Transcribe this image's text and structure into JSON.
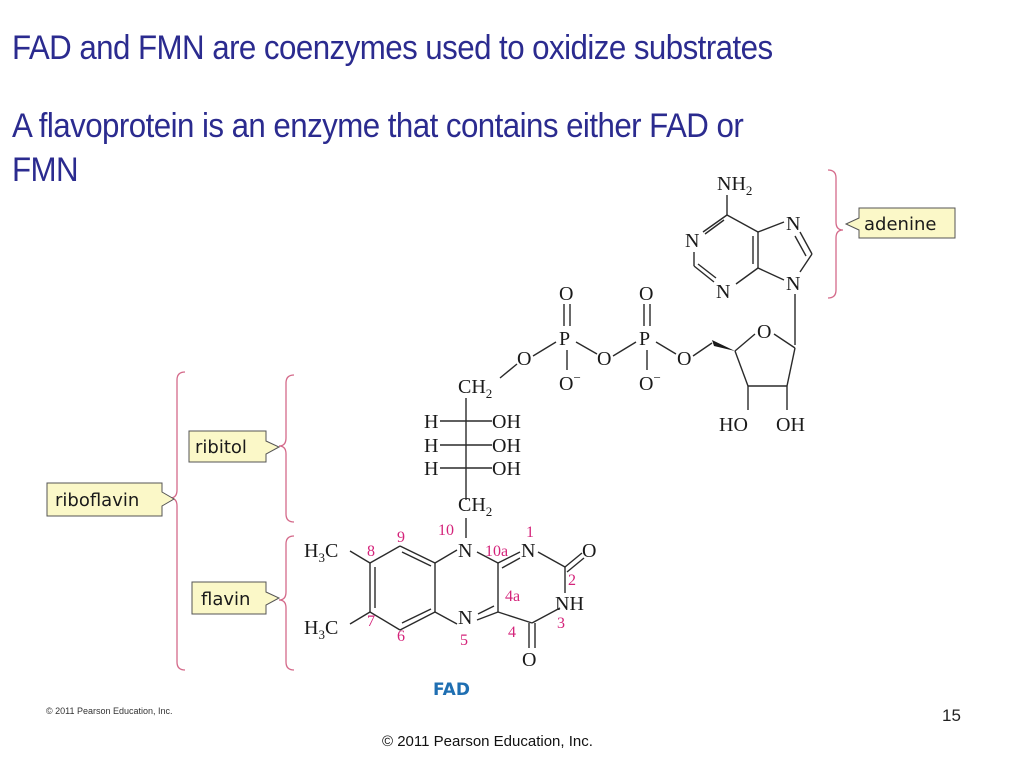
{
  "slide": {
    "bullets": [
      "FAD and FMN are coenzymes used to oxidize substrates",
      "A flavoprotein is an enzyme that contains either FAD or",
      "FMN"
    ],
    "page_number": "15",
    "footer_copyright": "© 2011 Pearson Education, Inc.",
    "figure_copyright": "© 2011 Pearson Education, Inc.",
    "text_color": "#2b2b8f"
  },
  "figure": {
    "title": "FAD",
    "title_color": "#1f6fb2",
    "callouts": {
      "adenine": "adenine",
      "ribitol": "ribitol",
      "riboflavin": "riboflavin",
      "flavin": "flavin"
    },
    "callout_fill": "#fbf8c8",
    "brace_color": "#d46a8a",
    "atom_number_color": "#d4237a",
    "atoms": {
      "nh2": "NH",
      "two": "2",
      "three": "3",
      "n": "N",
      "o": "O",
      "p": "P",
      "o_minus": "O",
      "minus": "−",
      "ch": "CH",
      "h": "H",
      "oh": "OH",
      "ho": "HO",
      "nh": "NH",
      "h3c": "H",
      "c": "C"
    },
    "ring_numbers": {
      "n1": "1",
      "n2": "2",
      "n3": "3",
      "n4": "4",
      "n4a": "4a",
      "n5": "5",
      "n6": "6",
      "n7": "7",
      "n8": "8",
      "n9": "9",
      "n10": "10",
      "n10a": "10a"
    }
  }
}
